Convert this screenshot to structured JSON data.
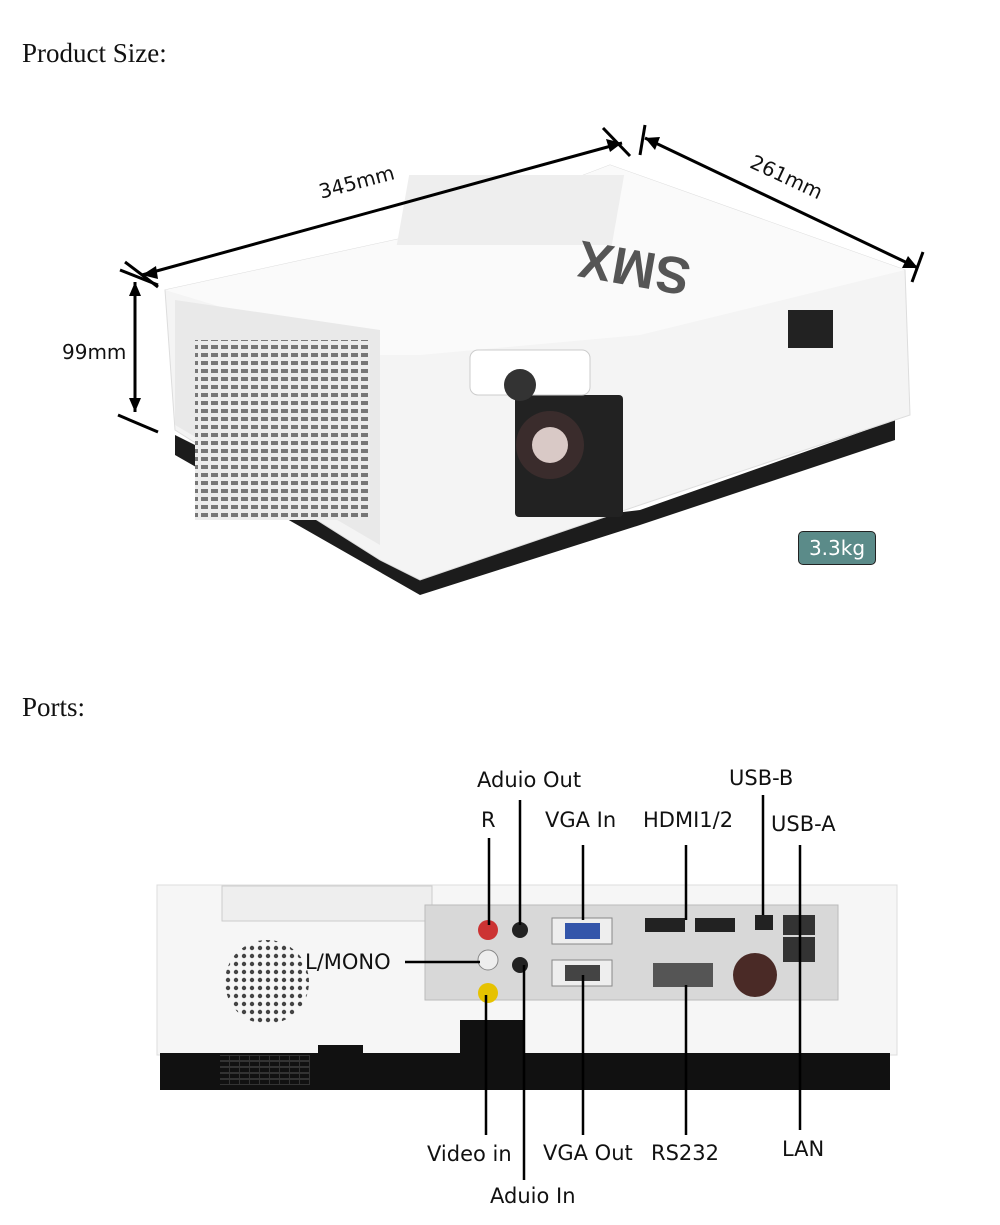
{
  "sections": {
    "size_heading": "Product Size:",
    "ports_heading": "Ports:"
  },
  "dimensions": {
    "length": "345mm",
    "width": "261mm",
    "height": "99mm",
    "weight": "3.3kg"
  },
  "brand_logo": "SMX",
  "ports": {
    "audio_out": "Aduio Out",
    "r": "R",
    "vga_in": "VGA In",
    "hdmi": "HDMI1/2",
    "usb_b": "USB-B",
    "usb_a": "USB-A",
    "l_mono": "L/MONO",
    "video_in": "Video in",
    "vga_out": "VGA Out",
    "rs232": "RS232",
    "lan": "LAN",
    "audio_in": "Aduio In"
  },
  "colors": {
    "badge": "#5b8b89"
  }
}
